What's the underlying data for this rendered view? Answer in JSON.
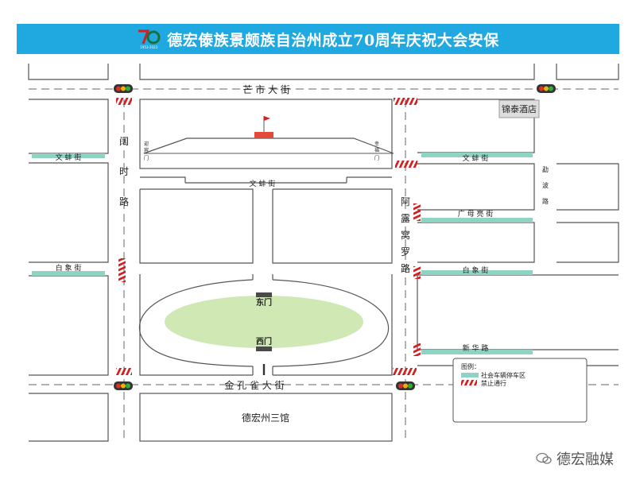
{
  "banner": {
    "title": "德宏傣族景颇族自治州成立70周年庆祝大会安保",
    "logo_number": "70",
    "logo_caption": "1953-2023",
    "bg_color": "#20a8e0"
  },
  "streets": {
    "mangshi": "芒 市 大 街",
    "wenbeng_center": "文 蚌 街",
    "wenbeng_left": "文 蚌 街",
    "wenbeng_right": "文 蚌 街",
    "baixiang_left": "白 象 街",
    "baixiang_right": "白 象 街",
    "guangmu": "广 母 亮 街",
    "xinhua": "新 华 路",
    "jinkongque": "金 孔 雀 大 街",
    "kuoshi": [
      "阔",
      "时",
      "路"
    ],
    "aluwoluo": [
      "阿",
      "露",
      "窝",
      "罗",
      "路"
    ],
    "yubo": [
      "勐",
      "波",
      "路"
    ]
  },
  "gates": {
    "ying": [
      "迎",
      "宾",
      "门"
    ],
    "xing": [
      "幸",
      "福",
      "门"
    ],
    "east": "东门",
    "west": "西门"
  },
  "places": {
    "hotel": "锦泰酒店",
    "sanguan": "德宏州三馆"
  },
  "legend": {
    "title": "图例：",
    "parking": "社会车辆停车区",
    "no_entry": "禁止通行"
  },
  "colors": {
    "parking_zone": "#8fd3c3",
    "no_entry": "#d62020",
    "field": "#cfe8b4",
    "road_line": "#555555"
  },
  "watermark": "德宏融媒"
}
